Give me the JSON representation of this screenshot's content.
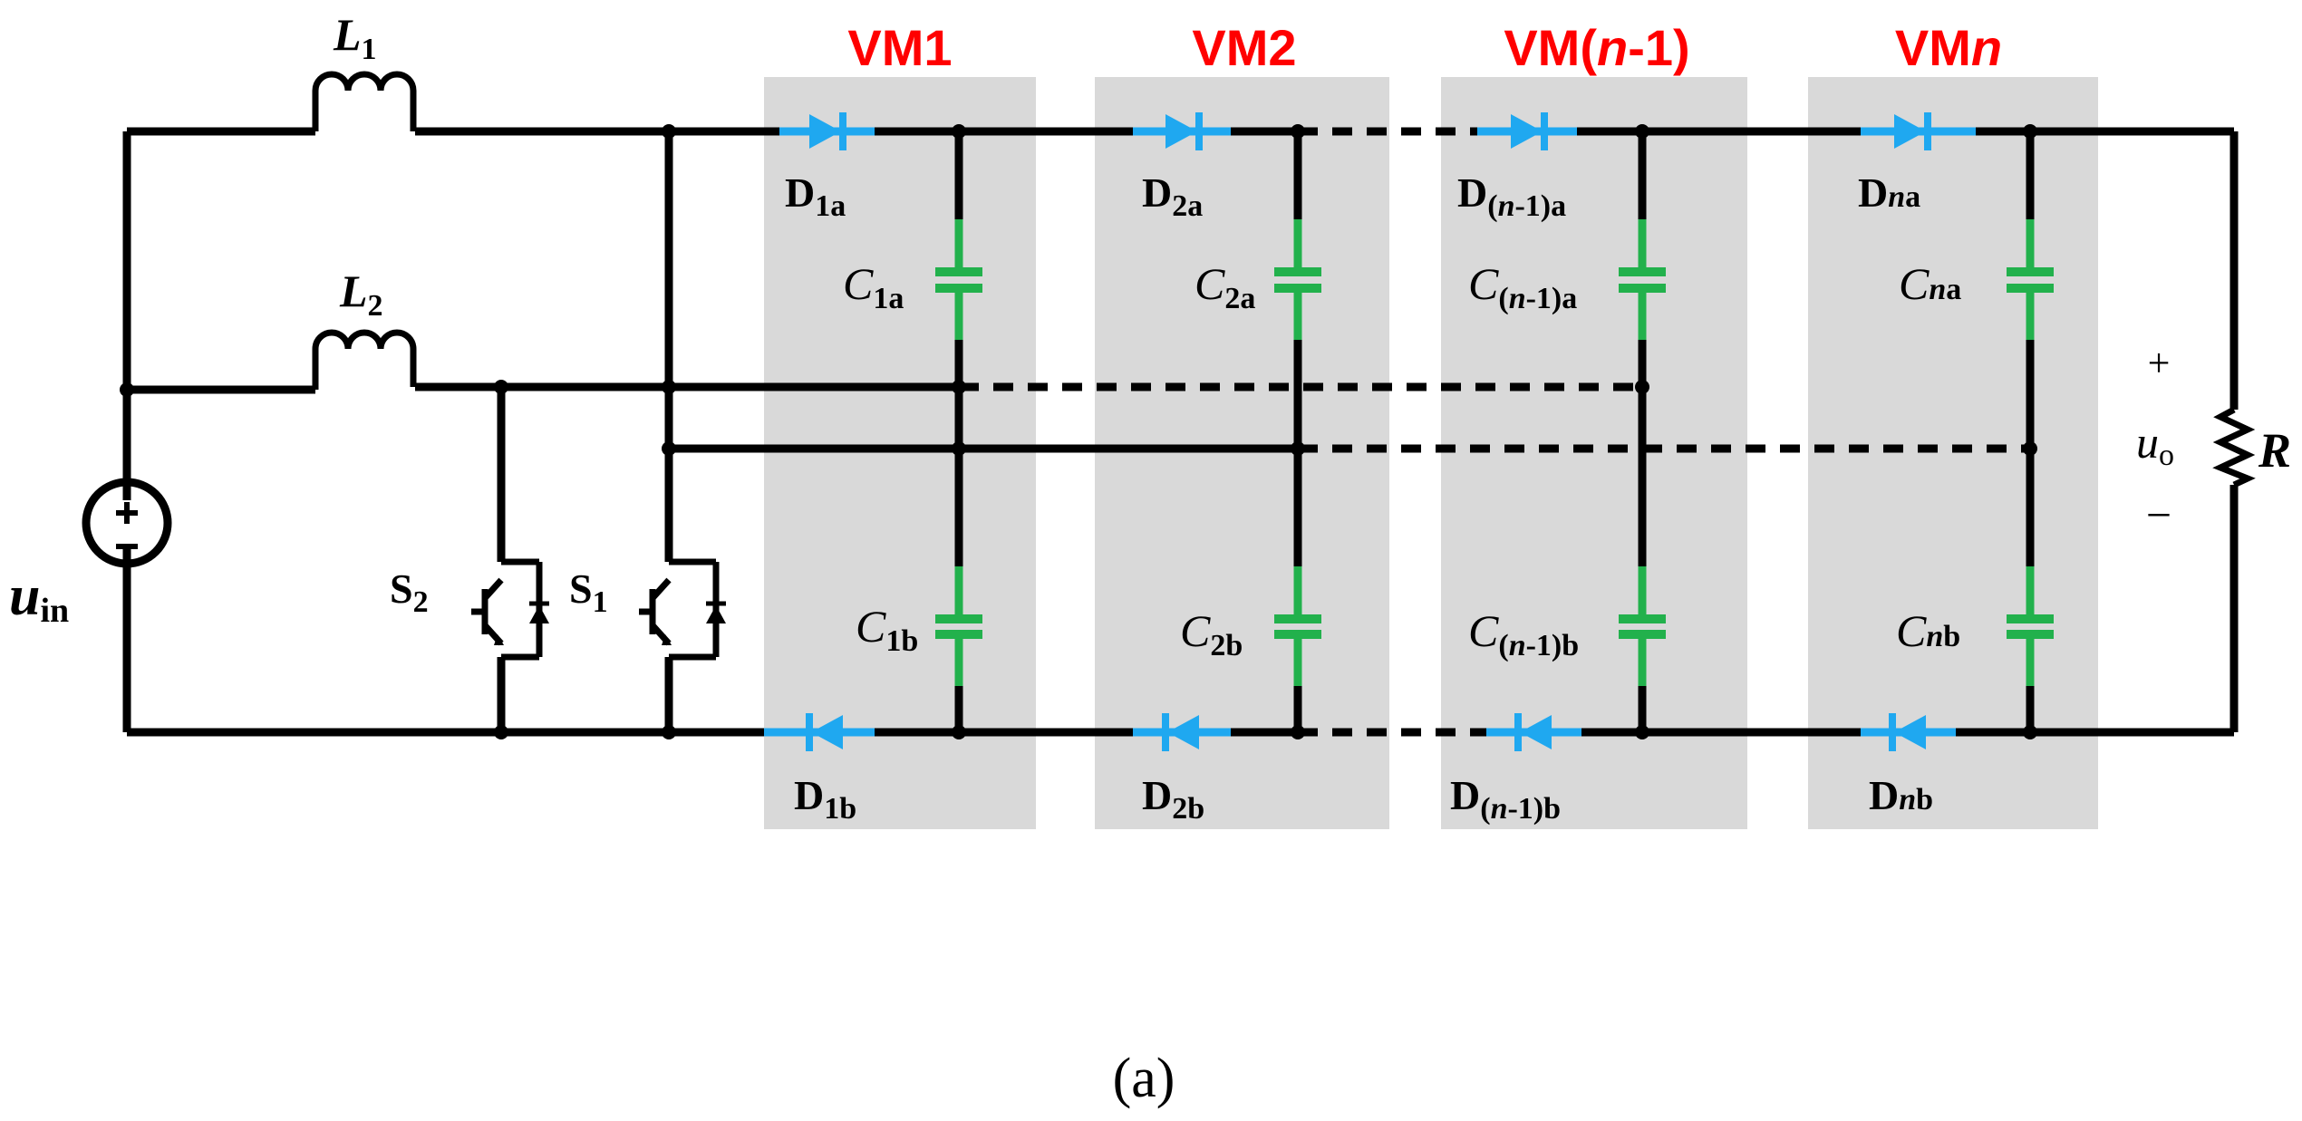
{
  "colors": {
    "wire": "#000000",
    "diode": "#1fa8f0",
    "capacitor": "#22b14c",
    "module_bg": "#d9d9d9",
    "module_title": "#ff0000"
  },
  "modules": [
    {
      "title_main": "VM1",
      "title_n": "",
      "title_tail": ""
    },
    {
      "title_main": "VM2",
      "title_n": "",
      "title_tail": ""
    },
    {
      "title_main": "VM(",
      "title_n": "n",
      "title_tail": "-1)"
    },
    {
      "title_main": "VM",
      "title_n": "n",
      "title_tail": ""
    }
  ],
  "diodes_top": [
    {
      "main": "D",
      "sub_pre": "1a",
      "sub_n": "",
      "sub_post": ""
    },
    {
      "main": "D",
      "sub_pre": "2a",
      "sub_n": "",
      "sub_post": ""
    },
    {
      "main": "D",
      "sub_pre": "(",
      "sub_n": "n",
      "sub_post": "-1)a"
    },
    {
      "main": "D",
      "sub_pre": "",
      "sub_n": "n",
      "sub_post": "a"
    }
  ],
  "diodes_bottom": [
    {
      "main": "D",
      "sub_pre": "1b",
      "sub_n": "",
      "sub_post": ""
    },
    {
      "main": "D",
      "sub_pre": "2b",
      "sub_n": "",
      "sub_post": ""
    },
    {
      "main": "D",
      "sub_pre": "(",
      "sub_n": "n",
      "sub_post": "-1)b"
    },
    {
      "main": "D",
      "sub_pre": "",
      "sub_n": "n",
      "sub_post": "b"
    }
  ],
  "caps_top": [
    {
      "main": "C",
      "sub_pre": "1a",
      "sub_n": "",
      "sub_post": ""
    },
    {
      "main": "C",
      "sub_pre": "2a",
      "sub_n": "",
      "sub_post": ""
    },
    {
      "main": "C",
      "sub_pre": "(",
      "sub_n": "n",
      "sub_post": "-1)a"
    },
    {
      "main": "C",
      "sub_pre": "",
      "sub_n": "n",
      "sub_post": "a"
    }
  ],
  "caps_bottom": [
    {
      "main": "C",
      "sub_pre": "1b",
      "sub_n": "",
      "sub_post": ""
    },
    {
      "main": "C",
      "sub_pre": "2b",
      "sub_n": "",
      "sub_post": ""
    },
    {
      "main": "C",
      "sub_pre": "(",
      "sub_n": "n",
      "sub_post": "-1)b"
    },
    {
      "main": "C",
      "sub_pre": "",
      "sub_n": "n",
      "sub_post": "b"
    }
  ],
  "inductors": [
    {
      "main": "L",
      "sub": "1"
    },
    {
      "main": "L",
      "sub": "2"
    }
  ],
  "switches": [
    {
      "main": "S",
      "sub": "2"
    },
    {
      "main": "S",
      "sub": "1"
    }
  ],
  "source": {
    "main": "u",
    "sub": "in"
  },
  "output": {
    "plus": "+",
    "minus": "−",
    "main": "u",
    "sub": "o",
    "load": "R"
  },
  "caption": "(a)"
}
